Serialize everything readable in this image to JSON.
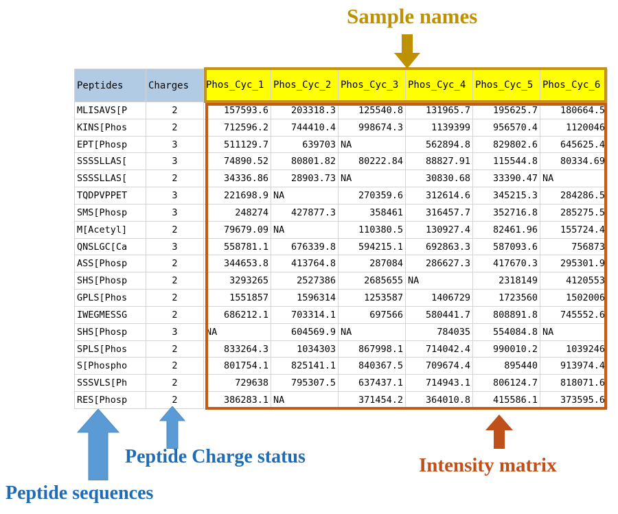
{
  "annotations": {
    "sample_names": "Sample names",
    "intensity_matrix": "Intensity matrix",
    "charge_status": "Peptide Charge status",
    "peptide_sequences": "Peptide sequences"
  },
  "colors": {
    "sample_names_label": "#bf9000",
    "sample_header_highlight": "#ffff00",
    "sample_box_border": "#c69214",
    "intensity_box_border": "#c55a11",
    "intensity_label": "#c0501a",
    "blue_label": "#1f6cb4",
    "table_header_fill": "#b2cbe4"
  },
  "table": {
    "headers": {
      "peptides": "Peptides",
      "charges": "Charges",
      "samples": [
        "Phos_Cyc_1",
        "Phos_Cyc_2",
        "Phos_Cyc_3",
        "Phos_Cyc_4",
        "Phos_Cyc_5",
        "Phos_Cyc_6"
      ]
    },
    "rows": [
      {
        "peptide": "MLISAVS[P",
        "charge": "2",
        "values": [
          "157593.6",
          "203318.3",
          "125540.8",
          "131965.7",
          "195625.7",
          "180664.5"
        ]
      },
      {
        "peptide": "KINS[Phos",
        "charge": "2",
        "values": [
          "712596.2",
          "744410.4",
          "998674.3",
          "1139399",
          "956570.4",
          "1120046"
        ]
      },
      {
        "peptide": "EPT[Phosp",
        "charge": "3",
        "values": [
          "511129.7",
          "639703",
          "NA",
          "562894.8",
          "829802.6",
          "645625.4"
        ]
      },
      {
        "peptide": "SSSSLLAS[",
        "charge": "3",
        "values": [
          "74890.52",
          "80801.82",
          "80222.84",
          "88827.91",
          "115544.8",
          "80334.69"
        ]
      },
      {
        "peptide": "SSSSLLAS[",
        "charge": "2",
        "values": [
          "34336.86",
          "28903.73",
          "NA",
          "30830.68",
          "33390.47",
          "NA"
        ]
      },
      {
        "peptide": "TQDPVPPET",
        "charge": "3",
        "values": [
          "221698.9",
          "NA",
          "270359.6",
          "312614.6",
          "345215.3",
          "284286.5"
        ]
      },
      {
        "peptide": "SMS[Phosp",
        "charge": "3",
        "values": [
          "248274",
          "427877.3",
          "358461",
          "316457.7",
          "352716.8",
          "285275.5"
        ]
      },
      {
        "peptide": "M[Acetyl]",
        "charge": "2",
        "values": [
          "79679.09",
          "NA",
          "110380.5",
          "130927.4",
          "82461.96",
          "155724.4"
        ]
      },
      {
        "peptide": "QNSLGC[Ca",
        "charge": "3",
        "values": [
          "558781.1",
          "676339.8",
          "594215.1",
          "692863.3",
          "587093.6",
          "756873"
        ]
      },
      {
        "peptide": "ASS[Phosp",
        "charge": "2",
        "values": [
          "344653.8",
          "413764.8",
          "287084",
          "286627.3",
          "417670.3",
          "295301.9"
        ]
      },
      {
        "peptide": "SHS[Phosp",
        "charge": "2",
        "values": [
          "3293265",
          "2527386",
          "2685655",
          "NA",
          "2318149",
          "4120553"
        ]
      },
      {
        "peptide": "GPLS[Phos",
        "charge": "2",
        "values": [
          "1551857",
          "1596314",
          "1253587",
          "1406729",
          "1723560",
          "1502006"
        ]
      },
      {
        "peptide": "IWEGMESSG",
        "charge": "2",
        "values": [
          "686212.1",
          "703314.1",
          "697566",
          "580441.7",
          "808891.8",
          "745552.6"
        ]
      },
      {
        "peptide": "SHS[Phosp",
        "charge": "3",
        "values": [
          "NA",
          "604569.9",
          "NA",
          "784035",
          "554084.8",
          "NA"
        ]
      },
      {
        "peptide": "SPLS[Phos",
        "charge": "2",
        "values": [
          "833264.3",
          "1034303",
          "867998.1",
          "714042.4",
          "990010.2",
          "1039246"
        ]
      },
      {
        "peptide": "S[Phospho",
        "charge": "2",
        "values": [
          "801754.1",
          "825141.1",
          "840367.5",
          "709674.4",
          "895440",
          "913974.4"
        ]
      },
      {
        "peptide": "SSSVLS[Ph",
        "charge": "2",
        "values": [
          "729638",
          "795307.5",
          "637437.1",
          "714943.1",
          "806124.7",
          "818071.6"
        ]
      },
      {
        "peptide": "RES[Phosp",
        "charge": "2",
        "values": [
          "386283.1",
          "NA",
          "371454.2",
          "364010.8",
          "415586.1",
          "373595.6"
        ]
      }
    ]
  }
}
